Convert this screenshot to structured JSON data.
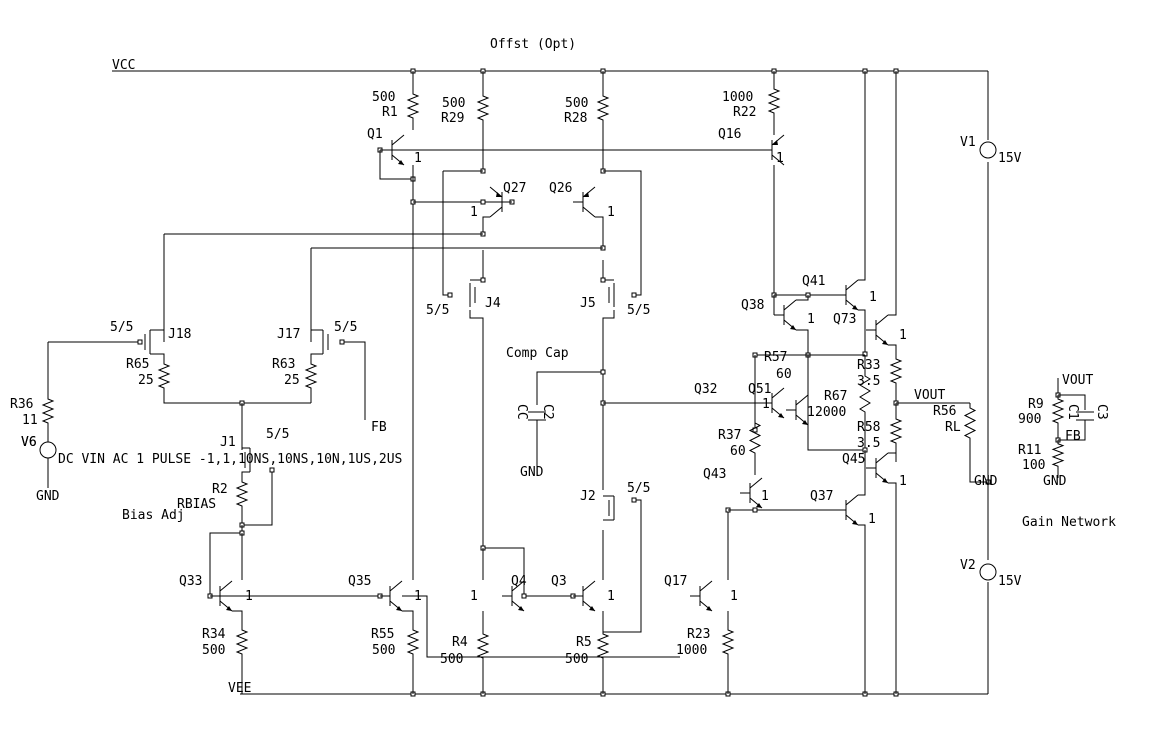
{
  "header": {
    "title": "Offst (Opt)"
  },
  "nets": {
    "vcc": "VCC",
    "vee": "VEE",
    "vout": "VOUT",
    "fb": "FB",
    "gnd": "GND"
  },
  "notes": {
    "comp_cap": "Comp Cap",
    "bias_adj": "Bias Adj",
    "gain_network": "Gain Network",
    "source_v6": "DC VIN AC 1 PULSE -1,1,10NS,10NS,10N,1US,2US"
  },
  "resistors": [
    {
      "ref": "R1",
      "value": "500"
    },
    {
      "ref": "R29",
      "value": "500"
    },
    {
      "ref": "R28",
      "value": "500"
    },
    {
      "ref": "R22",
      "value": "1000"
    },
    {
      "ref": "R65",
      "value": "25"
    },
    {
      "ref": "R63",
      "value": "25"
    },
    {
      "ref": "R36",
      "value": "11"
    },
    {
      "ref": "R2",
      "value": "RBIAS"
    },
    {
      "ref": "R34",
      "value": "500"
    },
    {
      "ref": "R55",
      "value": "500"
    },
    {
      "ref": "R4",
      "value": "500"
    },
    {
      "ref": "R5",
      "value": "500"
    },
    {
      "ref": "R23",
      "value": "1000"
    },
    {
      "ref": "R57",
      "value": "60"
    },
    {
      "ref": "R67",
      "value": "2000"
    },
    {
      "ref": "R33",
      "value": "3.5"
    },
    {
      "ref": "R58",
      "value": "3.5"
    },
    {
      "ref": "R37",
      "value": "60"
    },
    {
      "ref": "R56",
      "value": "RL"
    },
    {
      "ref": "R9",
      "value": "900"
    },
    {
      "ref": "R11",
      "value": "100"
    }
  ],
  "transistors": [
    {
      "ref": "Q1",
      "mult": "1"
    },
    {
      "ref": "Q27",
      "mult": "1"
    },
    {
      "ref": "Q26",
      "mult": "1"
    },
    {
      "ref": "Q16",
      "mult": "1"
    },
    {
      "ref": "Q41",
      "mult": "1"
    },
    {
      "ref": "Q38",
      "mult": "1"
    },
    {
      "ref": "Q73",
      "mult": "1"
    },
    {
      "ref": "Q51",
      "mult": "1"
    },
    {
      "ref": "Q32",
      "mult": "1"
    },
    {
      "ref": "Q43",
      "mult": "1"
    },
    {
      "ref": "Q37",
      "mult": "1"
    },
    {
      "ref": "Q45",
      "mult": "1"
    },
    {
      "ref": "Q33",
      "mult": "1"
    },
    {
      "ref": "Q35",
      "mult": "1"
    },
    {
      "ref": "Q4",
      "mult": "1"
    },
    {
      "ref": "Q3",
      "mult": "1"
    },
    {
      "ref": "Q17",
      "mult": "1"
    }
  ],
  "jfets": [
    {
      "ref": "J18",
      "size": "5/5"
    },
    {
      "ref": "J17",
      "size": "5/5"
    },
    {
      "ref": "J4",
      "size": "5/5"
    },
    {
      "ref": "J5",
      "size": "5/5"
    },
    {
      "ref": "J1",
      "size": "5/5"
    },
    {
      "ref": "J2",
      "size": "5/5"
    }
  ],
  "capacitors": [
    {
      "ref": "C2",
      "value": "CC"
    },
    {
      "ref": "C1",
      "value": "C3"
    }
  ],
  "sources": [
    {
      "ref": "V1",
      "value": "15V"
    },
    {
      "ref": "V2",
      "value": "15V"
    },
    {
      "ref": "V6",
      "value": ""
    }
  ]
}
